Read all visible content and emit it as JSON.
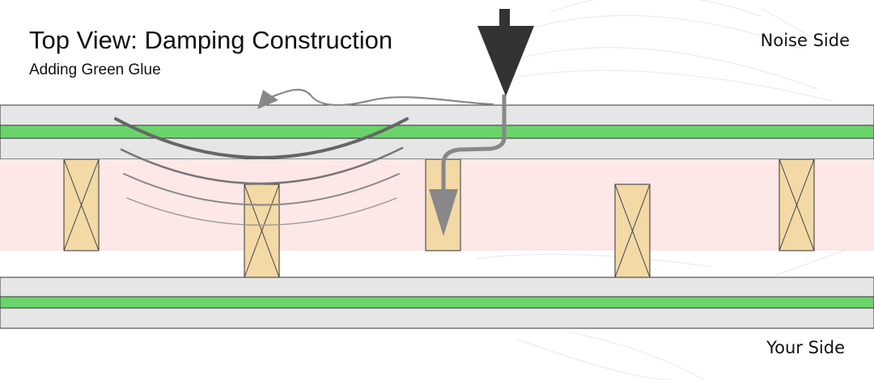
{
  "header": {
    "title": "Top View: Damping Construction",
    "subtitle": "Adding Green Glue"
  },
  "labels": {
    "noise_side": "Noise Side",
    "your_side": "Your Side"
  },
  "colors": {
    "drywall": "#e6e6e6",
    "green_glue": "#6ad46a",
    "cavity": "#fde7e7",
    "stud": "#f2d9a6",
    "outline": "#333333",
    "arrow_dark": "#333333",
    "arrow_gray": "#888888",
    "wave": "#777777"
  }
}
